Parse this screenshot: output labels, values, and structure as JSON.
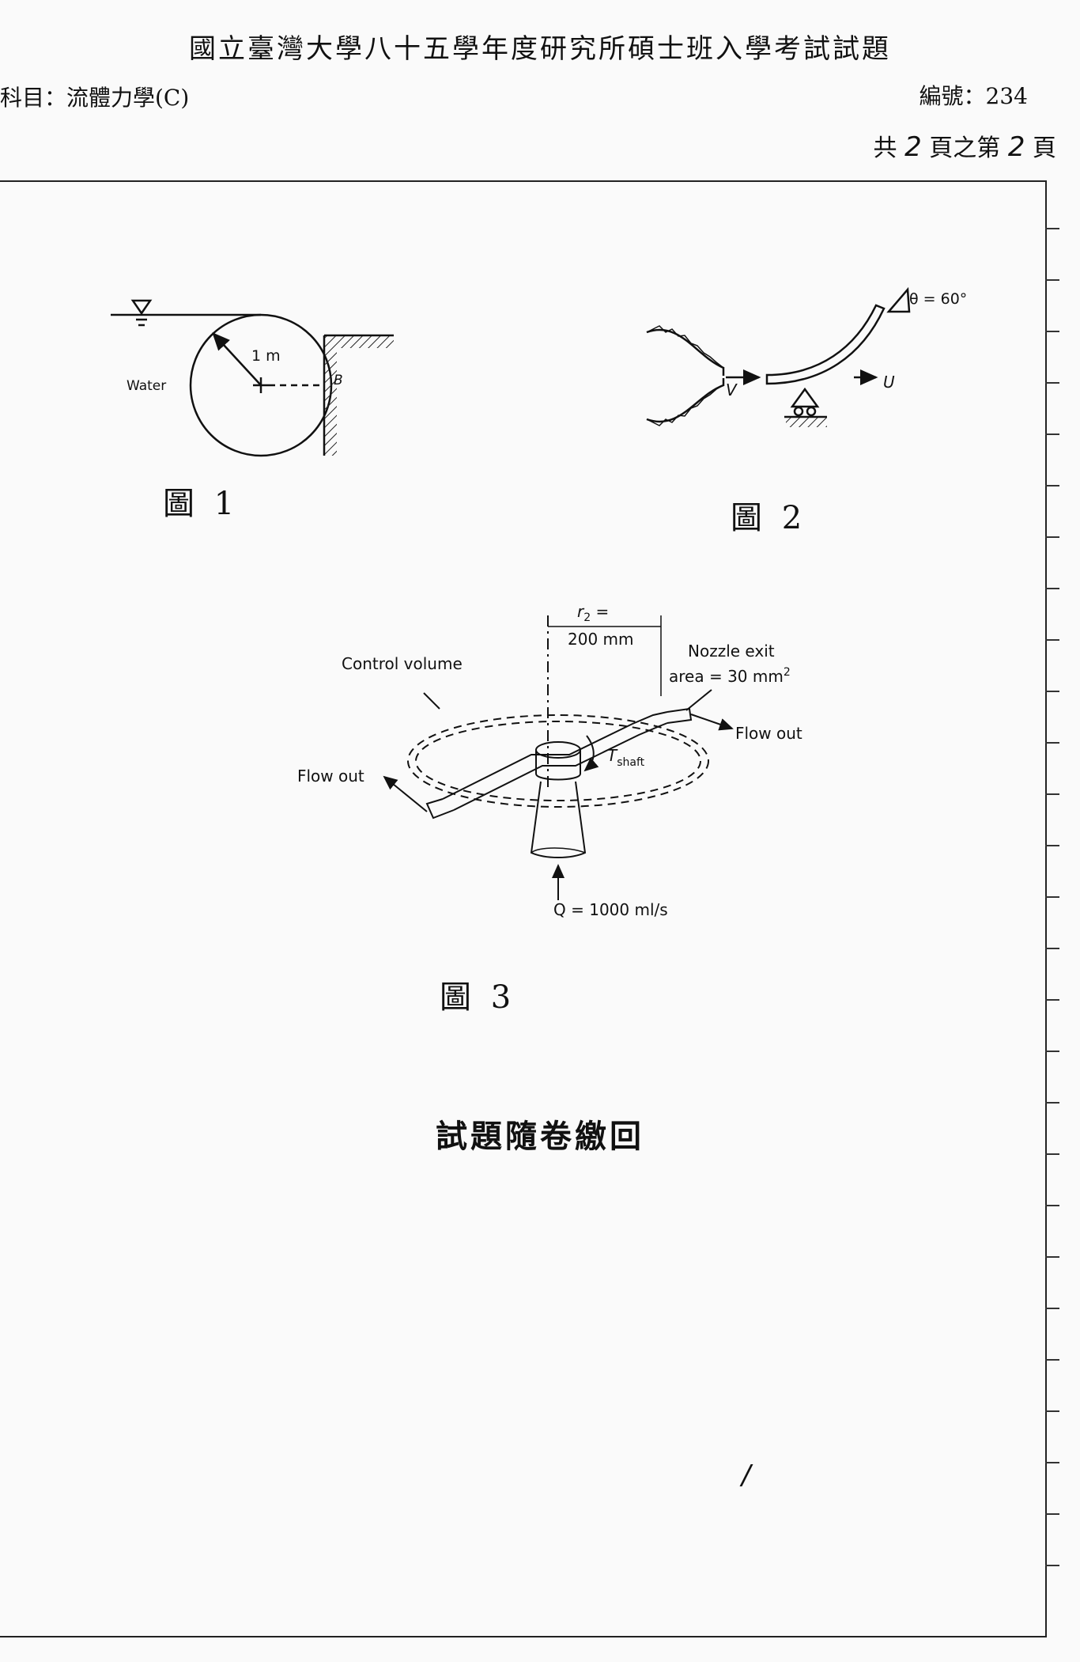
{
  "header": {
    "title": "國立臺灣大學八十五學年度研究所碩士班入學考試試題",
    "subject": "科目：流體力學(C)",
    "code": "編號：234",
    "pages_prefix": "共",
    "pages_total": "2",
    "pages_middle": "頁之第",
    "pages_current": "2",
    "pages_suffix": "頁"
  },
  "figure1": {
    "radius_label": "1 m",
    "fluid_label": "Water",
    "point_label": "B",
    "caption": "圖 1"
  },
  "figure2": {
    "angle_label": "θ = 60°",
    "jet_velocity_label": "V",
    "vane_velocity_label": "U",
    "caption": "圖 2"
  },
  "figure3": {
    "radius_symbol": "r",
    "radius_sub": "2",
    "radius_eq": " =",
    "radius_value": "200 mm",
    "control_volume_label": "Control volume",
    "nozzle_label_1": "Nozzle exit",
    "nozzle_label_2": "area  =  30 mm",
    "nozzle_label_sup": "2",
    "flow_out_right": "Flow out",
    "flow_out_left": "Flow out",
    "torque_symbol": "T",
    "torque_sub": "shaft",
    "flow_rate_label": "Q  =  1000 ml/s",
    "caption": "圖 3"
  },
  "footer_note": "試題隨卷繳回",
  "page_mark": "/"
}
